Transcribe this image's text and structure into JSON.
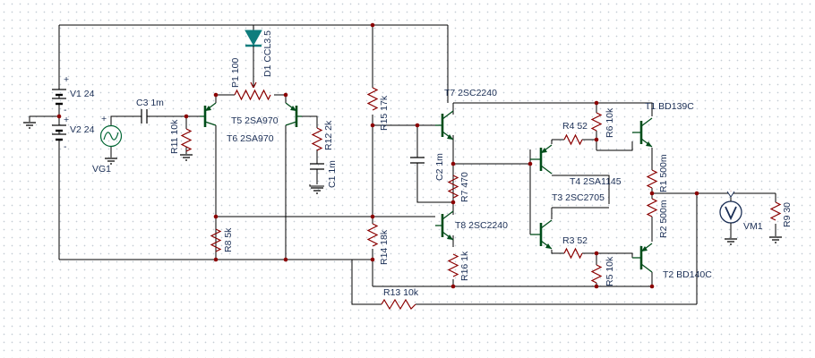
{
  "colors": {
    "wire": "#000000",
    "resistor": "#8b0000",
    "transistor": "#004d1a",
    "label": "#1a2e55",
    "diode": "#0f7d7d",
    "grid": "#c4ccd4"
  },
  "components": {
    "V1": "V1 24",
    "V2": "V2 24",
    "VG1": "VG1",
    "C3": "C3 1m",
    "R11": "R11 10k",
    "T5": "T5 2SA970",
    "T6": "T6 2SA970",
    "P1": "P1 100",
    "D1": "D1 CCL3.5",
    "R12": "R12 2k",
    "C1": "C1 1m",
    "R8": "R8 5k",
    "R15": "R15 17k",
    "R14": "R14 18k",
    "R13": "R13 10k",
    "T7": "T7 2SC2240",
    "T8": "T8 2SC2240",
    "C2": "C2 1m",
    "R7": "R7 470",
    "R16": "R16 1k",
    "R4": "R4 52",
    "R6": "R6 10k",
    "T4": "T4 2SA1145",
    "T3": "T3 2SC2705",
    "R3": "R3 52",
    "R5": "R5 10k",
    "T1": "T1 BD139C",
    "T2": "T2 BD140C",
    "R1": "R1 500m",
    "R2": "R2 500m",
    "VM1": "VM1",
    "R9": "R9 30"
  },
  "pins": {
    "V1_plus": "+",
    "V1_minus": "-",
    "V2_plus": "+",
    "V2_minus": "-",
    "VG1_plus": "+"
  },
  "icons": {
    "meter": "voltmeter-icon",
    "generator": "sine-source-icon",
    "diode": "diode-icon"
  }
}
